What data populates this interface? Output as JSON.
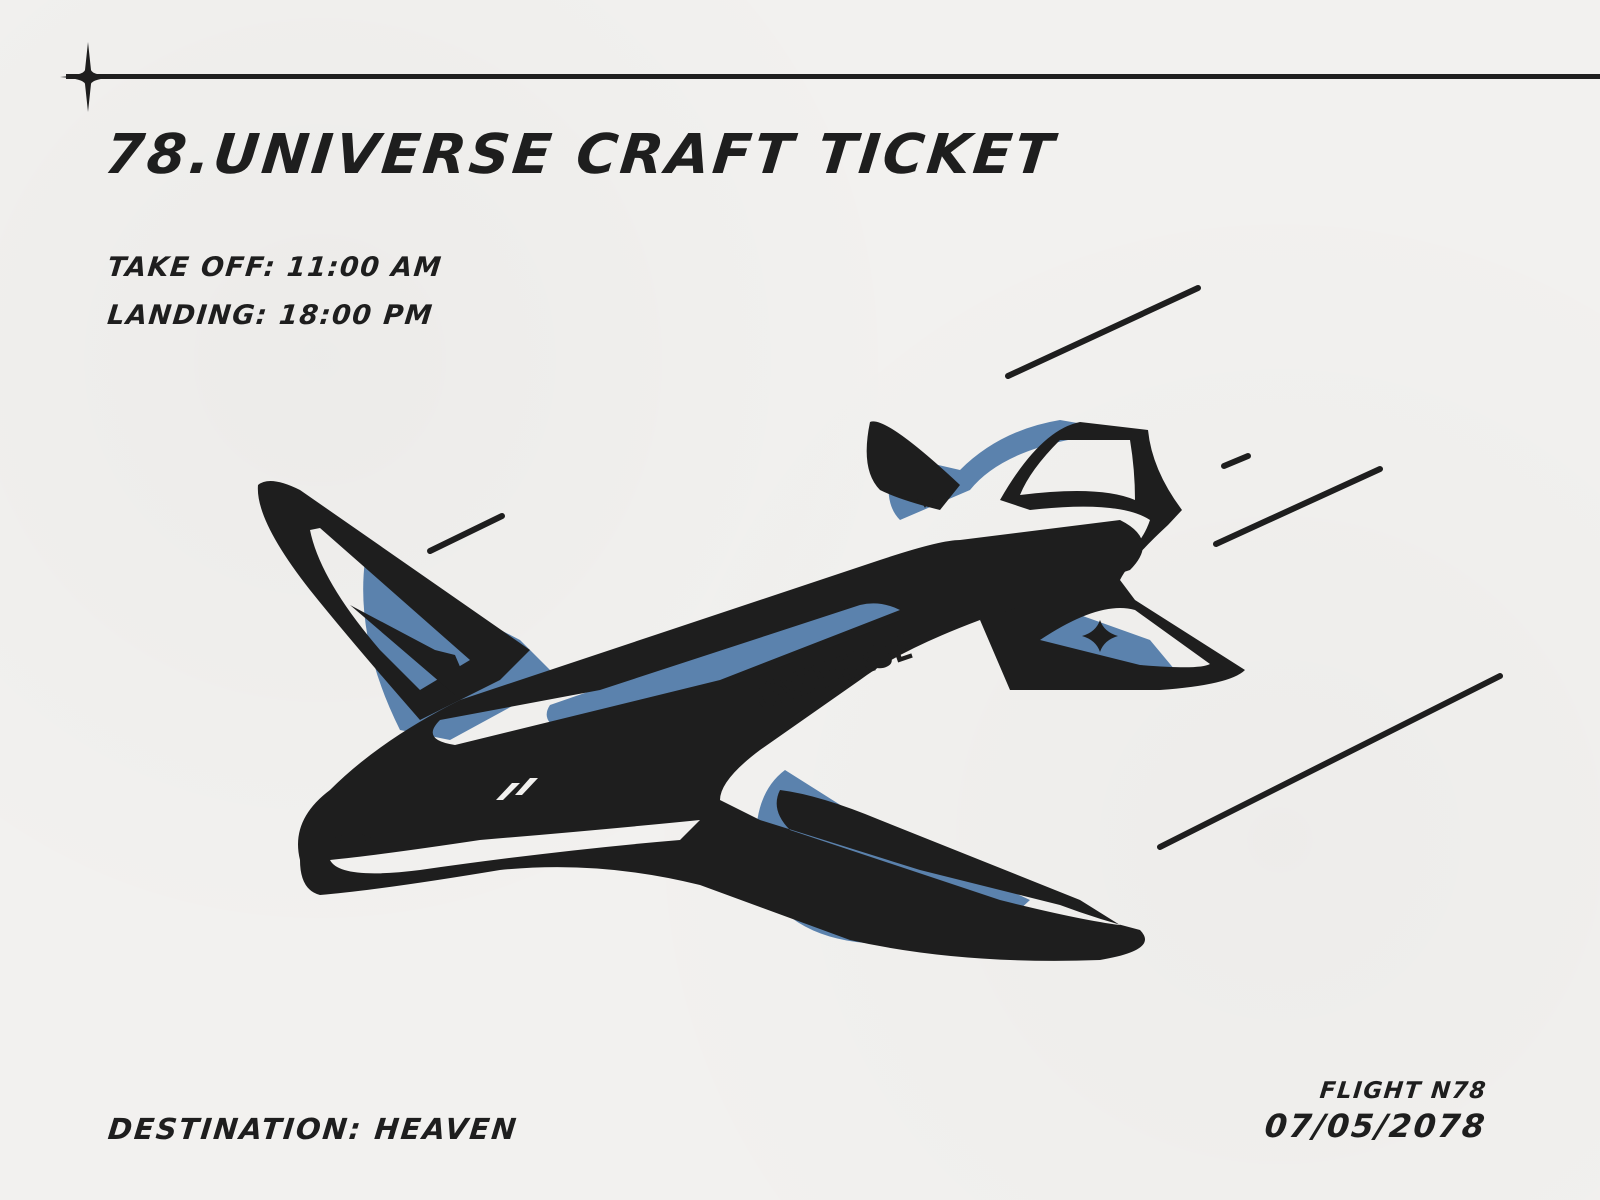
{
  "ticket": {
    "title": "78.UNIVERSE CRAFT TICKET",
    "take_off": "TAKE OFF: 11:00 AM",
    "landing": "LANDING: 18:00 PM",
    "destination": "DESTINATION: HEAVEN",
    "flight_number": "FLIGHT N78",
    "date": "07/05/2078",
    "fuselage_text": "UNIVERSE"
  },
  "illustration": {
    "subject": "spacecraft-airplane",
    "decorations": [
      "sparkle-star-icon",
      "speed-lines"
    ]
  },
  "colors": {
    "background": "#f2f1ef",
    "ink": "#1e1e1e",
    "accent_blue": "#5b82ad"
  }
}
